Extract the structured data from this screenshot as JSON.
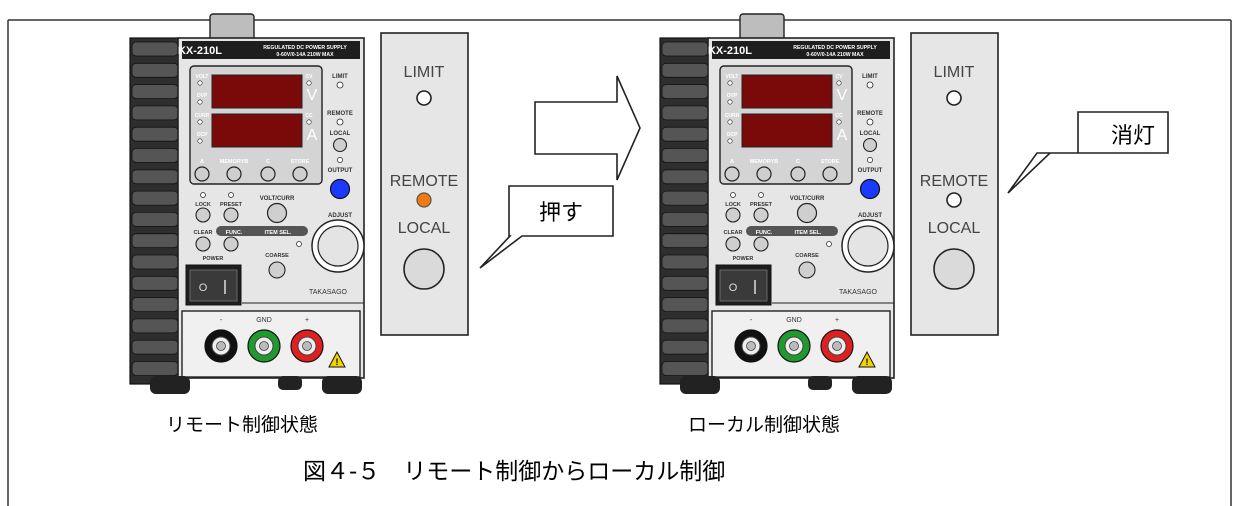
{
  "colors": {
    "panel_gray": "#e6e6e6",
    "body_dark": "#2b2b2b",
    "display_red": "#7a0a0a",
    "output_blue": "#1a3aff",
    "remote_led_orange": "#f07a10",
    "jack_red": "#e02020",
    "jack_green": "#1f9a2e"
  },
  "device": {
    "model": "KX-210L",
    "header_line1": "REGULATED DC POWER SUPPLY",
    "header_line2": "0-60V/0-14A 210W MAX",
    "labels": {
      "volt": "VOLT",
      "ovp": "OVP",
      "curr": "CURR",
      "ocp": "OCP",
      "cv": "CV",
      "cc": "CC",
      "unit_v": "V",
      "unit_a": "A",
      "limit": "LIMIT",
      "remote": "REMOTE",
      "local": "LOCAL",
      "output": "OUTPUT",
      "adjust": "ADJUST",
      "btn_a": "A",
      "btn_memory_b": "MEMORYB",
      "btn_c": "C",
      "btn_store": "STORE",
      "lock": "LOCK",
      "preset": "PRESET",
      "volt_curr": "VOLT/CURR",
      "clear": "CLEAR",
      "func": "FUNC.",
      "item_sel": "ITEM SEL.",
      "coarse": "COARSE",
      "power": "POWER",
      "brand": "TAKASAGO",
      "minus": "-",
      "gnd": "GND",
      "plus": "+"
    }
  },
  "zoom_panel": {
    "limit": "LIMIT",
    "remote": "REMOTE",
    "local": "LOCAL"
  },
  "callouts": {
    "press": "押す",
    "off": "消灯"
  },
  "captions": {
    "left": "リモート制御状態",
    "right": "ローカル制御状態",
    "figure": "図４-５　リモート制御からローカル制御"
  }
}
